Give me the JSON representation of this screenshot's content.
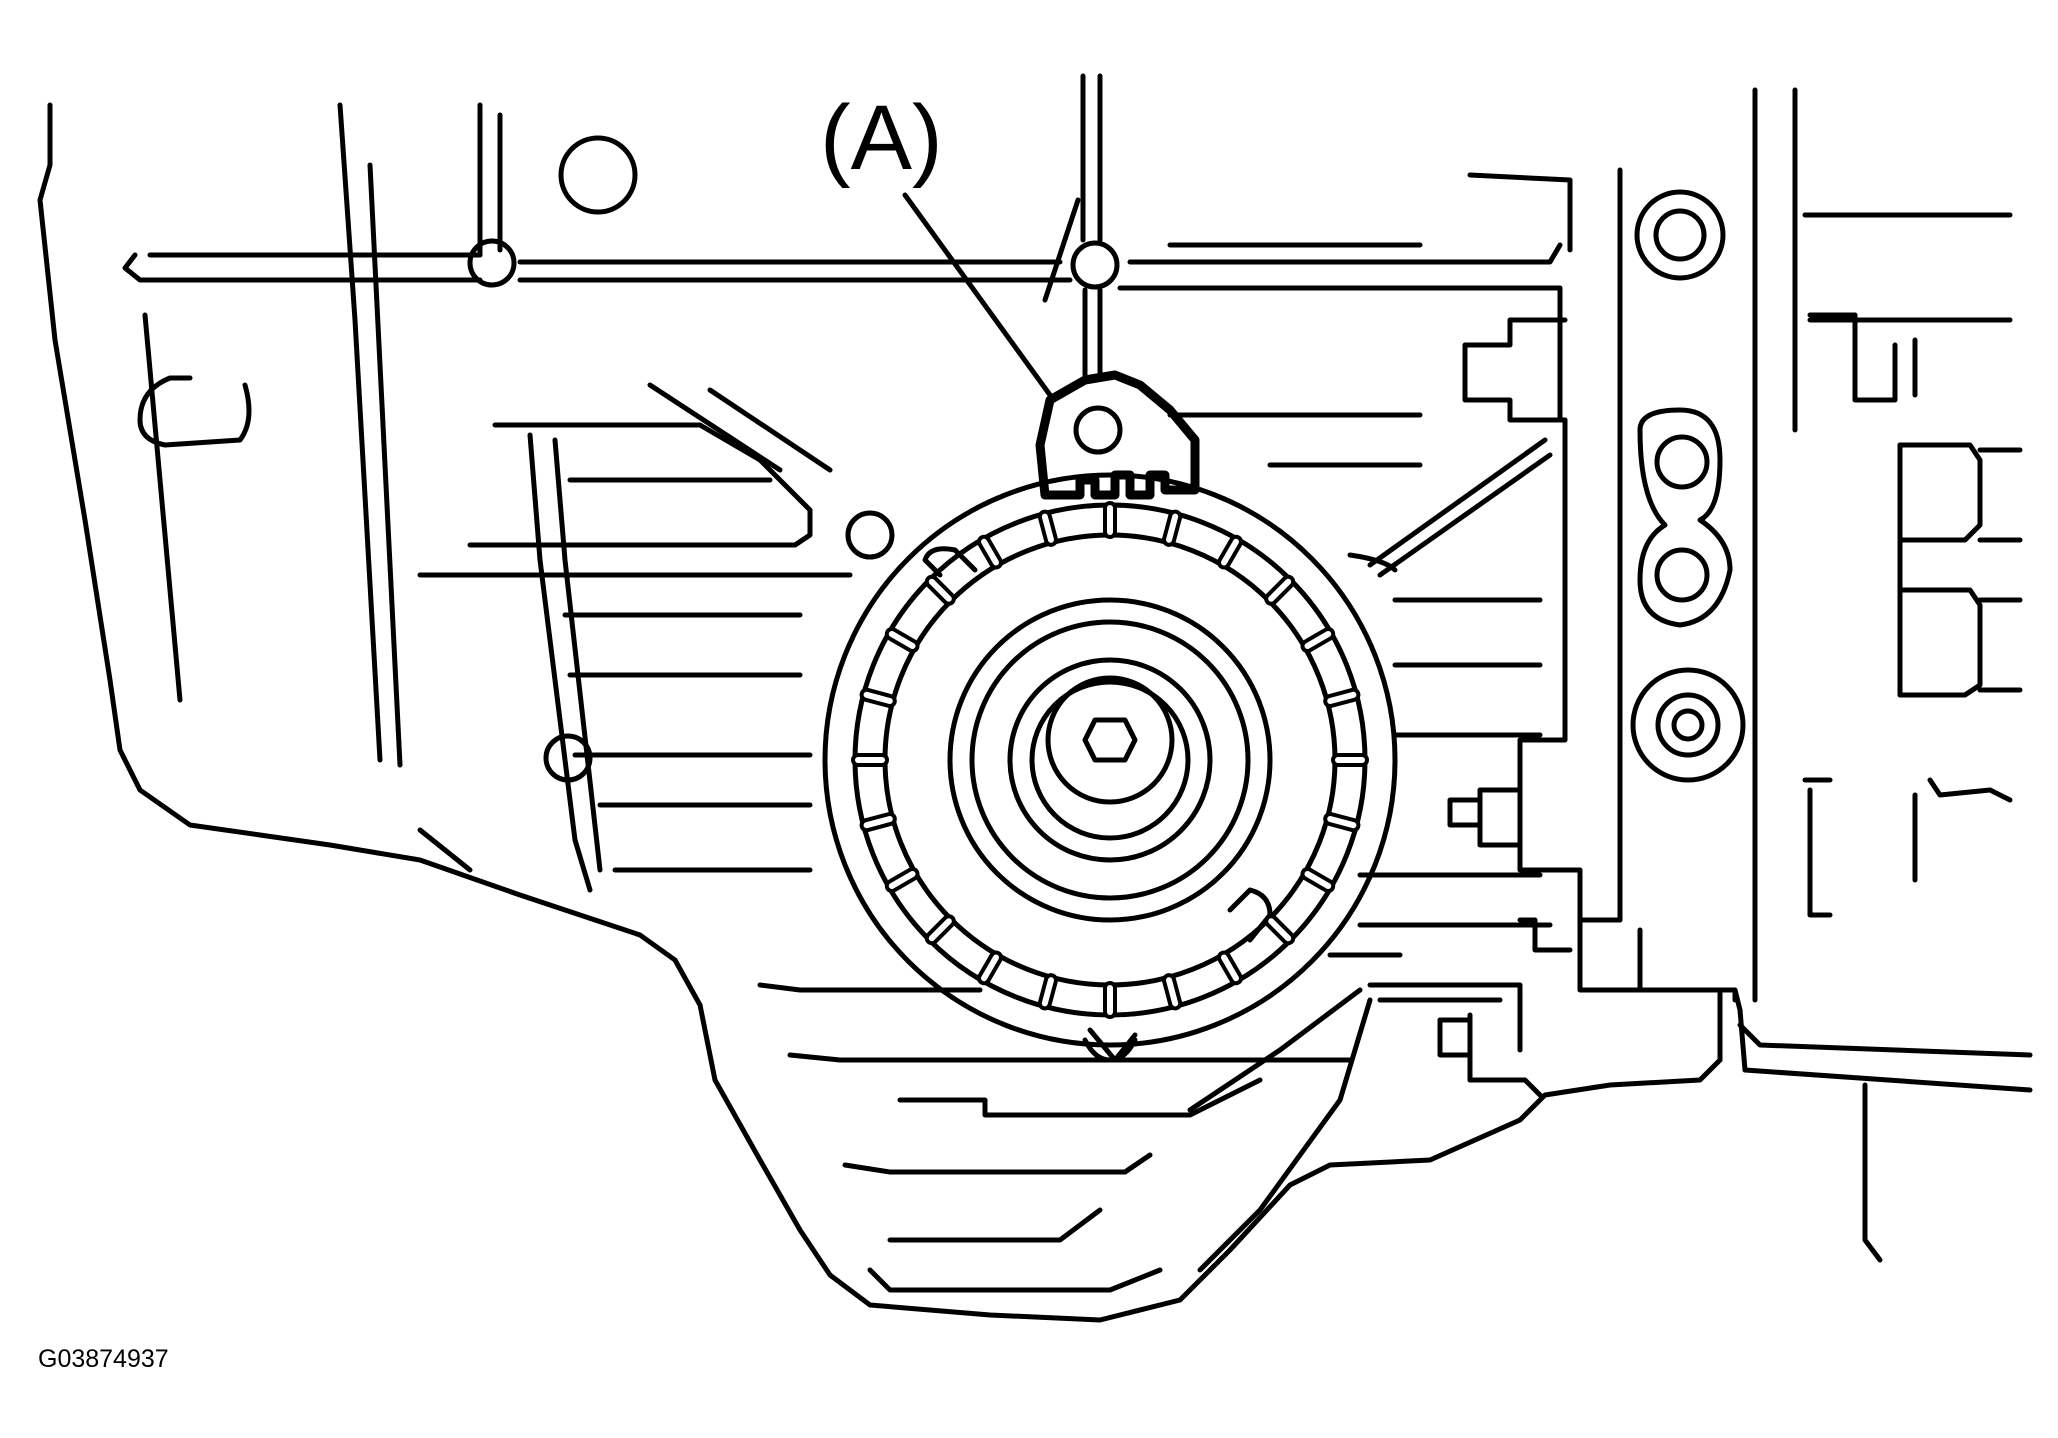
{
  "callout": {
    "label": "(A)"
  },
  "figure": {
    "id": "G03874937"
  },
  "colors": {
    "line": "#000000",
    "background": "#ffffff"
  },
  "icons": [
    "transmission-housing-drawing",
    "sensor-bracket",
    "gear-ring"
  ]
}
